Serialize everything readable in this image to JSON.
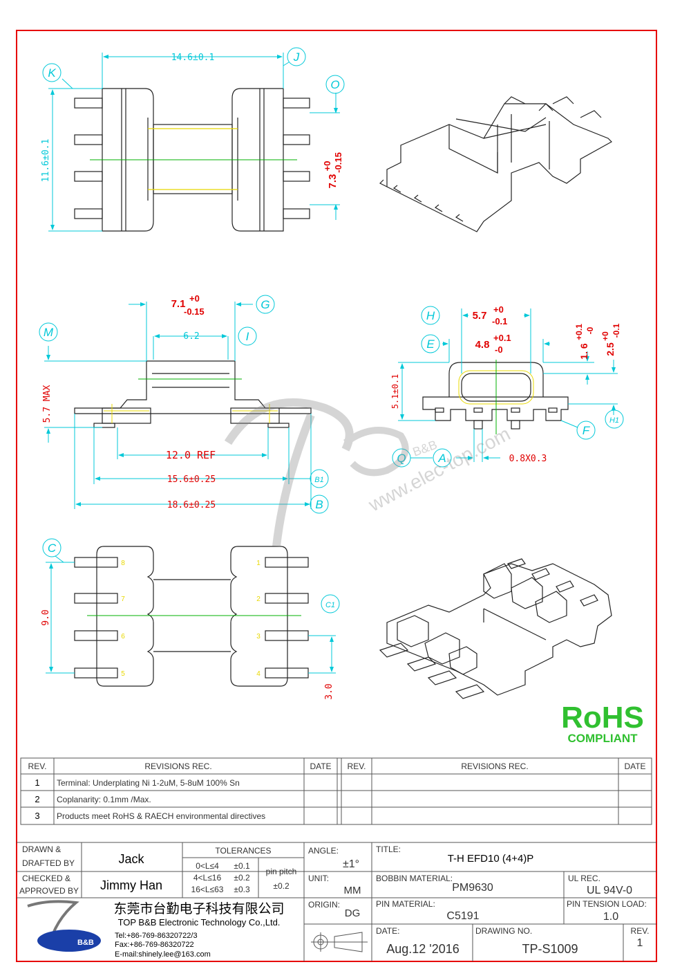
{
  "dims": {
    "top_width": "14.6±0.1",
    "top_height": "11.6±0.1",
    "top_right": "7.3",
    "top_right_tol_plus": "+0",
    "top_right_tol_minus": "-0.15",
    "side_71": "7.1",
    "side_71_tol_plus": "+0",
    "side_71_tol_minus": "-0.15",
    "side_62": "6.2",
    "side_57max": "5.7 MAX",
    "side_12ref": "12.0 REF",
    "side_156": "15.6±0.25",
    "side_186": "18.6±0.25",
    "end_57": "5.7",
    "end_57_plus": "+0",
    "end_57_minus": "-0.1",
    "end_48": "4.8",
    "end_48_plus": "+0.1",
    "end_48_minus": "-0",
    "end_16": "1. 6",
    "end_16_plus": "+0.1",
    "end_16_minus": "-0",
    "end_25": "2.5",
    "end_25_plus": "+0",
    "end_25_minus": "-0.1",
    "end_51": "5.1±0.1",
    "end_08x03": "0.8X0.3",
    "bottom_90": "9.0",
    "bottom_30": "3.0"
  },
  "labels": {
    "K": "K",
    "J": "J",
    "O": "O",
    "M": "M",
    "G": "G",
    "I": "I",
    "H": "H",
    "E": "E",
    "F": "F",
    "H1": "H1",
    "Q": "Q",
    "A": "A",
    "B1": "B1",
    "B": "B",
    "C": "C",
    "C1": "C1"
  },
  "pins": [
    "1",
    "2",
    "3",
    "4",
    "5",
    "6",
    "7",
    "8"
  ],
  "watermark": {
    "text": "www.elec-top.com",
    "brand": "B&B"
  },
  "rohs": {
    "title": "RoHS",
    "subtitle": "COMPLIANT"
  },
  "revisions": {
    "headers": {
      "rev": "REV.",
      "rec": "REVISIONS   REC.",
      "date": "DATE"
    },
    "rows": [
      {
        "rev": "1",
        "text": "Terminal: Underplating Ni 1-2uM, 5-8uM 100% Sn"
      },
      {
        "rev": "2",
        "text": "Coplanarity: 0.1mm /Max."
      },
      {
        "rev": "3",
        "text": "Products meet RoHS & RAECH environmental directives"
      }
    ]
  },
  "title_block": {
    "drawn_label_1": "DRAWN &",
    "drawn_label_2": "DRAFTED BY",
    "drawn_value": "Jack",
    "checked_label_1": "CHECKED &",
    "checked_label_2": "APPROVED BY",
    "checked_value": "Jimmy Han",
    "tolerances_label": "TOLERANCES",
    "tol_rows": [
      {
        "range": "0<L≤4",
        "tol": "±0.1"
      },
      {
        "range": "4<L≤16",
        "tol": "±0.2"
      },
      {
        "range": "16<L≤63",
        "tol": "±0.3"
      }
    ],
    "pin_pitch_label": "pin pitch",
    "pin_pitch_value": "±0.2",
    "angle_label": "ANGLE:",
    "angle_value": "±1°",
    "unit_label": "UNIT:",
    "unit_value": "MM",
    "origin_label": "ORIGIN:",
    "origin_value": "DG",
    "title_label": "TITLE:",
    "title_value": "T-H EFD10 (4+4)P",
    "bobbin_label": "BOBBIN MATERIAL:",
    "bobbin_value": "PM9630",
    "ul_label": "UL REC.",
    "ul_value": "UL 94V-0",
    "pin_mat_label": "PIN MATERIAL:",
    "pin_mat_value": "C5191",
    "tension_label": "PIN TENSION LOAD:",
    "tension_value": "1.0",
    "date_label": "DATE:",
    "date_value": "Aug.12 '2016",
    "drawing_label": "DRAWING NO.",
    "drawing_value": "TP-S1009",
    "rev_label": "REV.",
    "rev_value": "1"
  },
  "company": {
    "name_cn": "东莞市台勤电子科技有限公司",
    "name_en": "TOP B&B Electronic Technology Co.,Ltd.",
    "tel": "Tel:+86-769-86320722/3",
    "fax": "Fax:+86-769-86320722",
    "email": "E-mail:shinely.lee@163.com",
    "logo_text": "B&B"
  },
  "colors": {
    "frame": "#e60000",
    "dim": "#00c8d8",
    "center": "#00b000",
    "yellow": "#e8d800",
    "red_text": "#e00000",
    "rohs": "#30c030",
    "logo_blue": "#1a3fa8"
  }
}
